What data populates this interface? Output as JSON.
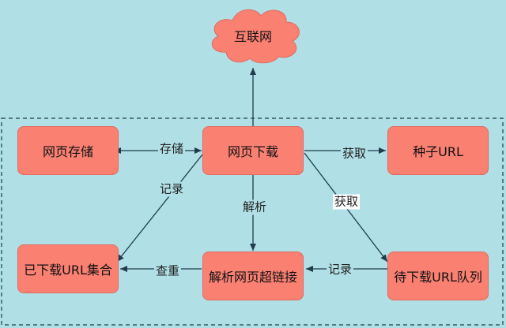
{
  "nodes": {
    "internet": "互联网",
    "storage": "网页存储",
    "download": "网页下载",
    "seed_url": "种子URL",
    "downloaded_set": "已下载URL集合",
    "parse_links": "解析网页超链接",
    "pending_queue": "待下载URL队列"
  },
  "edges": {
    "store": "存储",
    "fetch1": "获取",
    "fetch2": "获取",
    "record_left": "记录",
    "parse": "解析",
    "dedupe": "查重",
    "record_right": "记录"
  },
  "colors": {
    "background": "#b0e0e6",
    "node_fill": "#fa8072",
    "line": "#1f3b4d"
  }
}
